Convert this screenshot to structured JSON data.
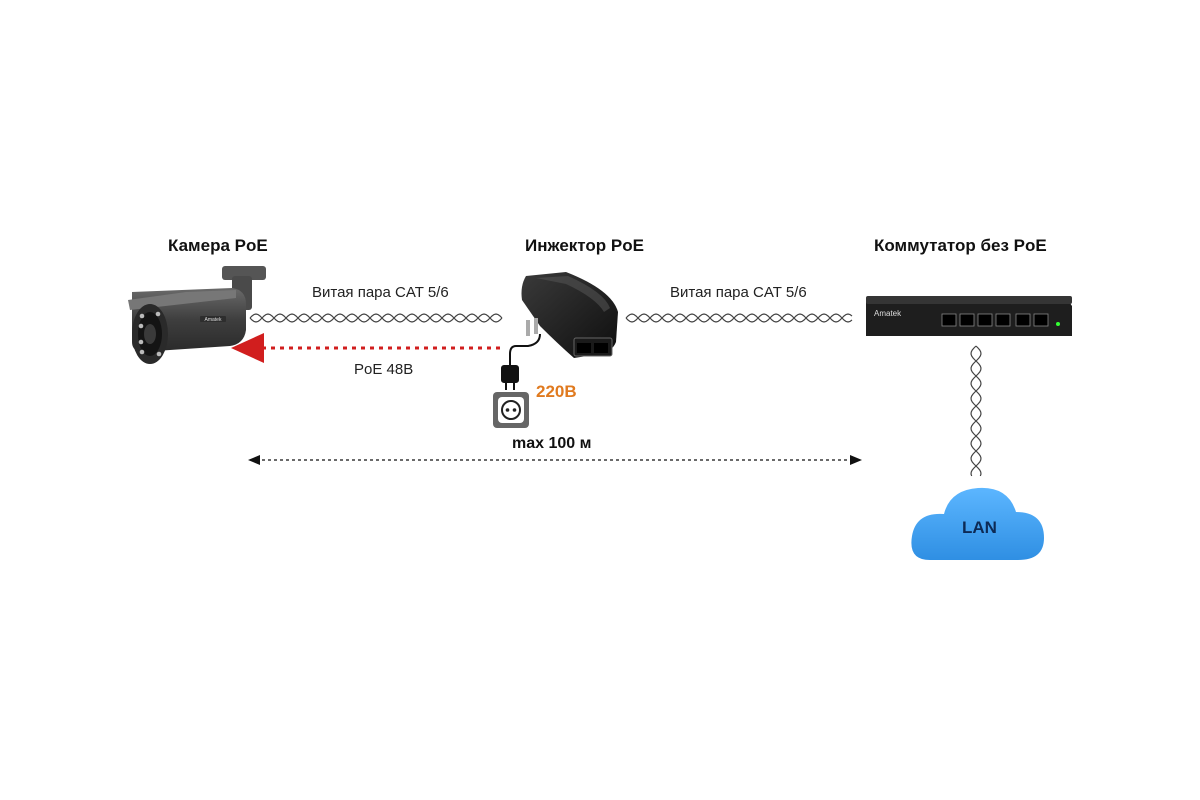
{
  "devices": {
    "camera": {
      "title": "Камера PoE",
      "brand_text": "Amatek"
    },
    "injector": {
      "title": "Инжектор PoE"
    },
    "switch": {
      "title": "Коммутатор без PoE",
      "brand_text": "Amatek"
    }
  },
  "cables": {
    "camera_injector": "Витая пара CAT 5/6",
    "injector_switch": "Витая пара CAT 5/6"
  },
  "power": {
    "poe_label": "PoE 48В",
    "voltage_label": "220В",
    "voltage_color": "#e07a1f",
    "poe_arrow_color": "#d11e1e"
  },
  "distance": {
    "label": "max 100 м"
  },
  "network": {
    "label": "LAN",
    "cloud_color": "#3a9ae8"
  },
  "icons": [
    "camera-icon",
    "injector-icon",
    "plug-icon",
    "socket-icon",
    "switch-icon",
    "cloud-icon"
  ]
}
